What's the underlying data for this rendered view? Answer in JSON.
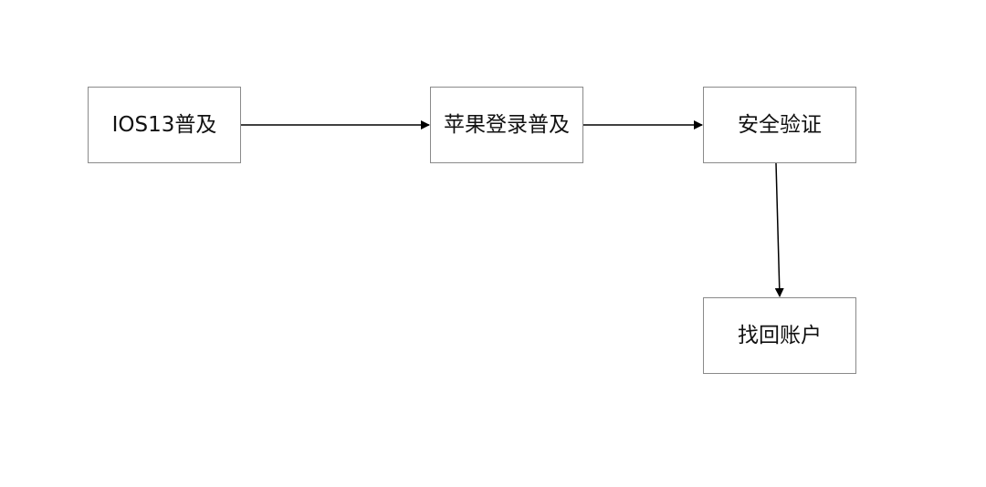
{
  "nodes": {
    "ios13": "IOS13普及",
    "apple_login": "苹果登录普及",
    "security": "安全验证",
    "recover": "找回账户"
  },
  "edges": [
    {
      "from": "ios13",
      "to": "apple_login"
    },
    {
      "from": "apple_login",
      "to": "security"
    },
    {
      "from": "security",
      "to": "recover"
    }
  ],
  "colors": {
    "border": "#8a8a8a",
    "arrow": "#000000",
    "text": "#111111"
  }
}
